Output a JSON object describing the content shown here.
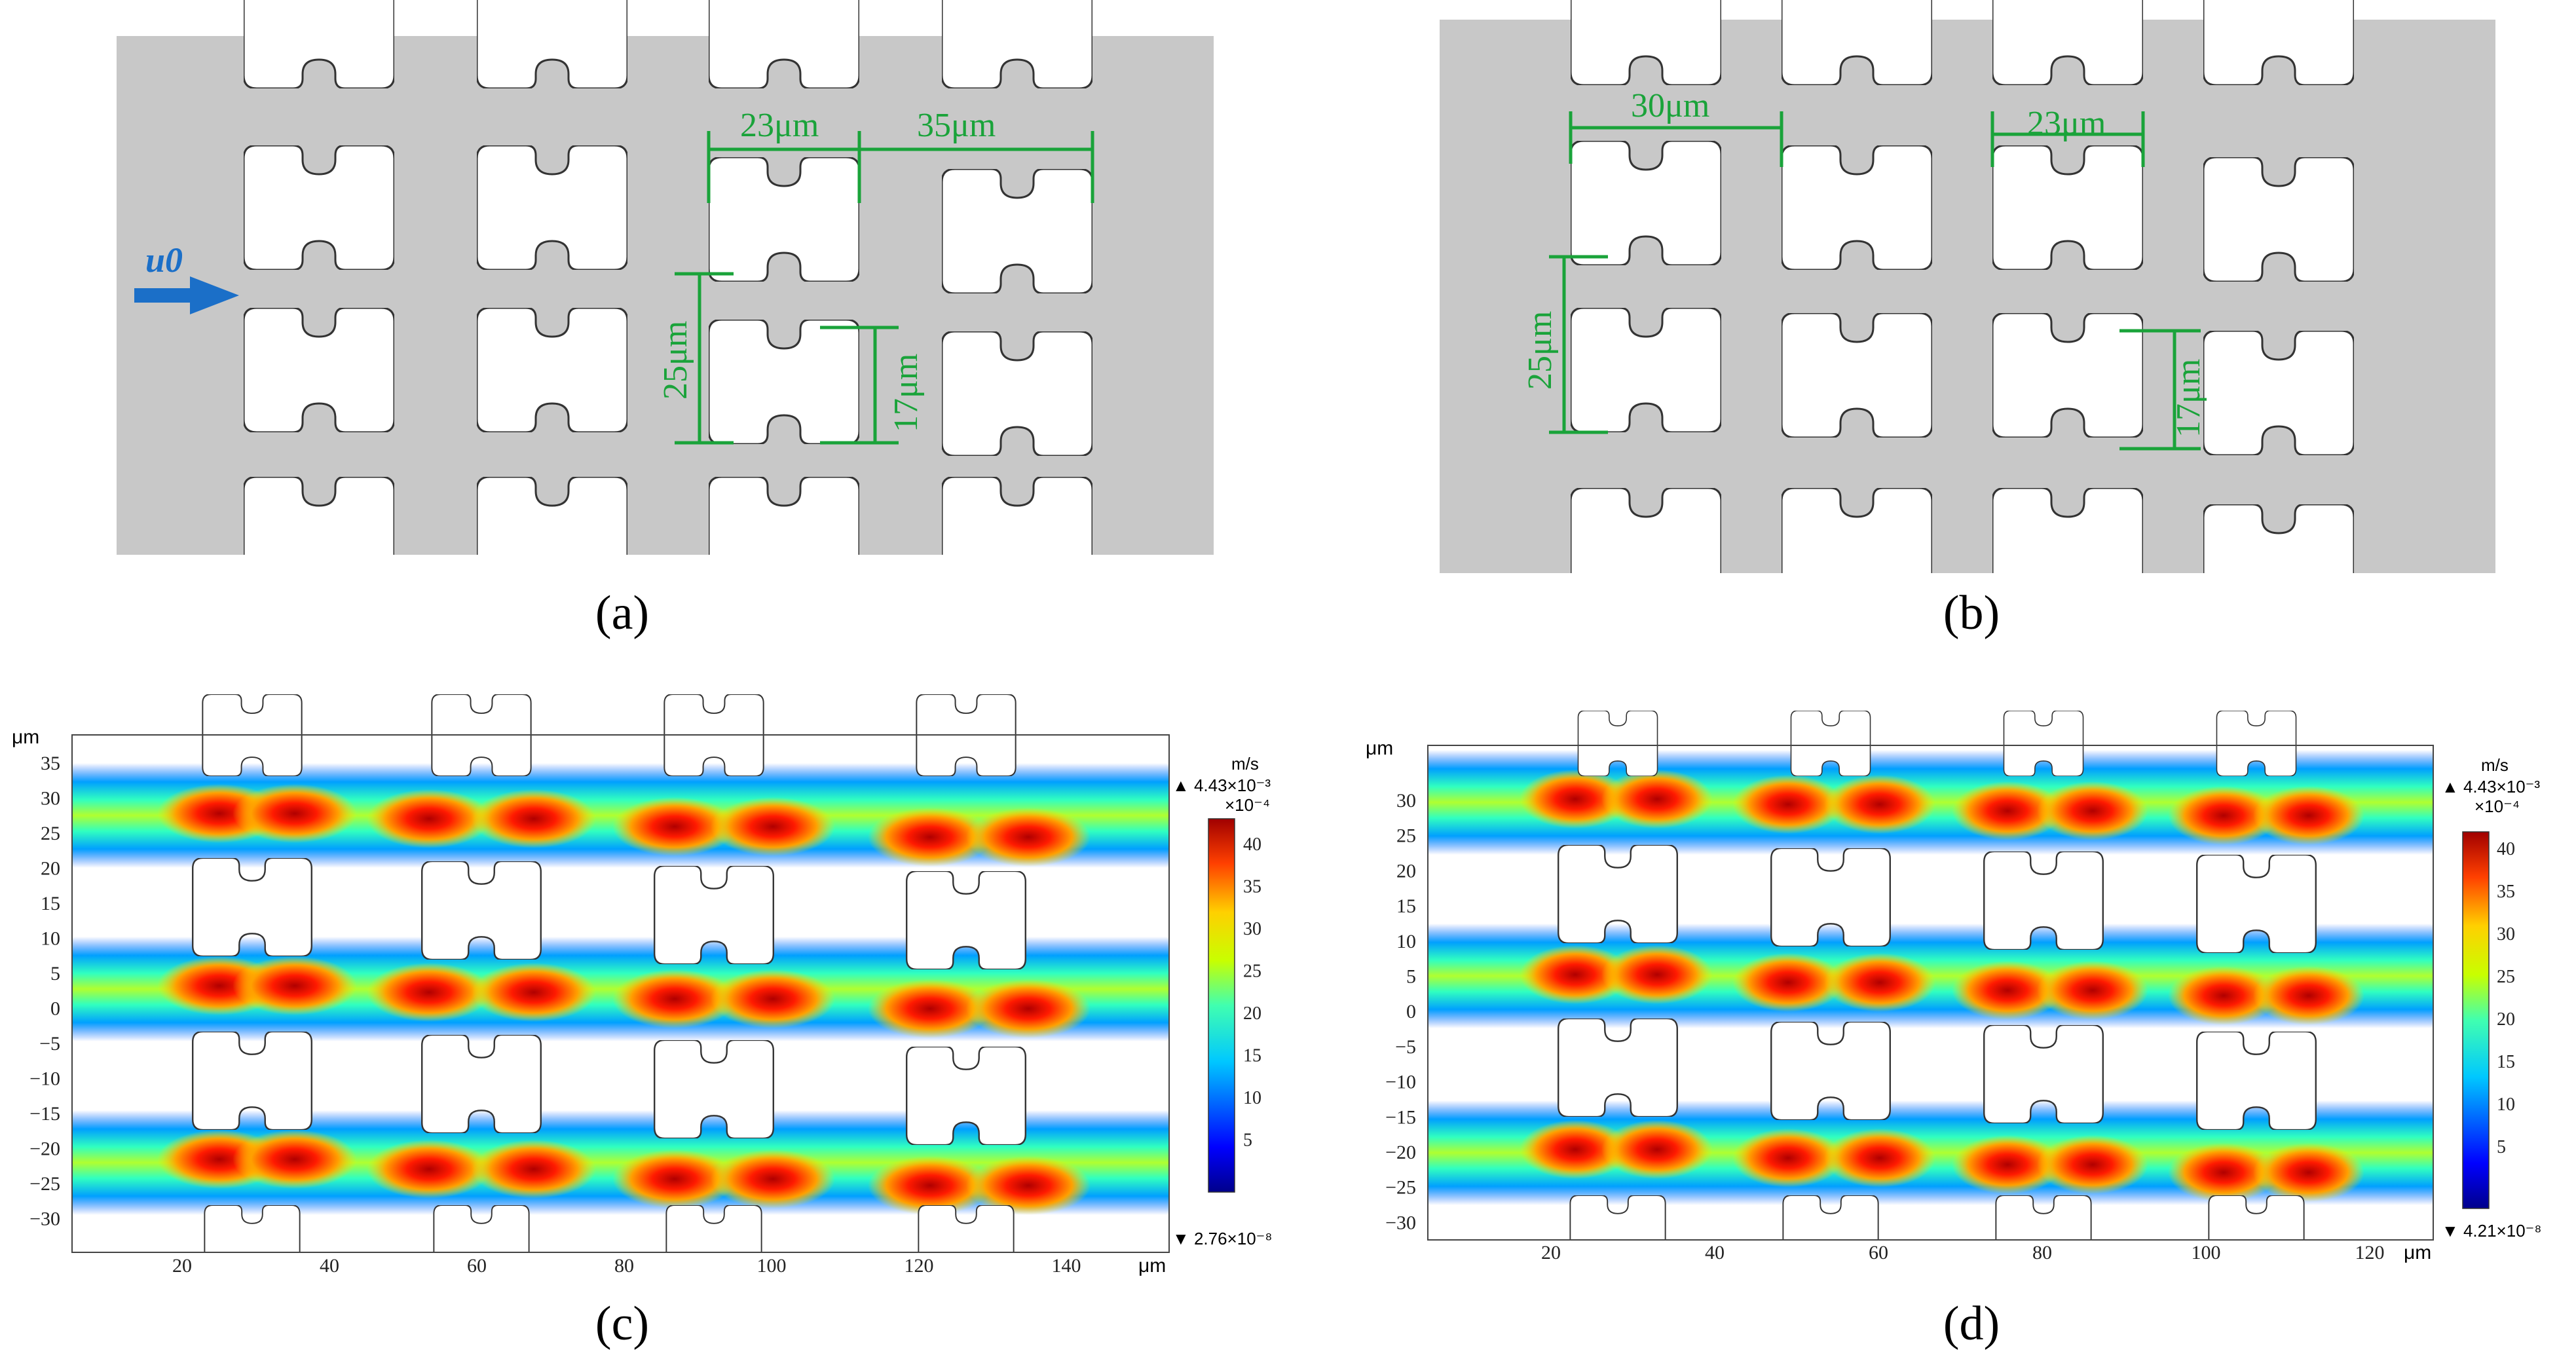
{
  "panels": {
    "a": {
      "label": "(a)",
      "inlet_label": "u0",
      "dims": {
        "width_pore": "23μm",
        "gap": "35μm",
        "height_cell": "25μm",
        "height_pore": "17μm"
      }
    },
    "b": {
      "label": "(b)",
      "dims": {
        "gap": "30μm",
        "width_pore": "23μm",
        "height_cell": "25μm",
        "height_pore": "17μm"
      }
    },
    "c": {
      "label": "(c)",
      "unit_axis": "μm",
      "cb_unit": "m/s",
      "cb_max": "▲ 4.43×10⁻³",
      "cb_scale": "×10⁻⁴",
      "cb_min": "▼ 2.76×10⁻⁸",
      "cb_ticks": [
        "40",
        "35",
        "30",
        "25",
        "20",
        "15",
        "10",
        "5"
      ],
      "y_ticks": [
        "35",
        "30",
        "25",
        "20",
        "15",
        "10",
        "5",
        "0",
        "−5",
        "−10",
        "−15",
        "−20",
        "−25",
        "−30"
      ],
      "x_ticks": [
        "20",
        "40",
        "60",
        "80",
        "100",
        "120",
        "140"
      ]
    },
    "d": {
      "label": "(d)",
      "unit_axis": "μm",
      "cb_unit": "m/s",
      "cb_max": "▲ 4.43×10⁻³",
      "cb_scale": "×10⁻⁴",
      "cb_min": "▼ 4.21×10⁻⁸",
      "cb_ticks": [
        "40",
        "35",
        "30",
        "25",
        "20",
        "15",
        "10",
        "5"
      ],
      "y_ticks": [
        "30",
        "25",
        "20",
        "15",
        "10",
        "5",
        "0",
        "−5",
        "−10",
        "−15",
        "−20",
        "−25",
        "−30"
      ],
      "x_ticks": [
        "20",
        "40",
        "60",
        "80",
        "100",
        "120"
      ]
    }
  }
}
